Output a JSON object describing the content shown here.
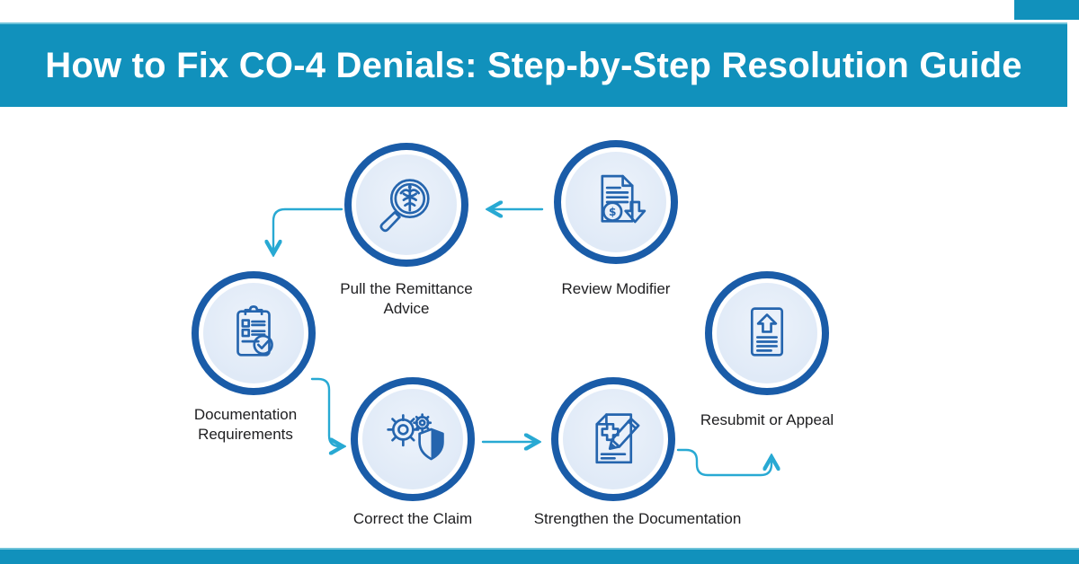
{
  "header": {
    "title": "How to Fix CO-4 Denials: Step-by-Step Resolution Guide"
  },
  "steps": [
    {
      "id": "review-modifier",
      "label": "Review Modifier",
      "icon": "document-dollar-download-icon"
    },
    {
      "id": "pull-remittance-advice",
      "label": "Pull the Remittance Advice",
      "icon": "magnifier-caduceus-icon"
    },
    {
      "id": "documentation-requirements",
      "label": "Documentation Requirements",
      "icon": "clipboard-checklist-icon"
    },
    {
      "id": "correct-the-claim",
      "label": "Correct the Claim",
      "icon": "gears-shield-icon"
    },
    {
      "id": "strengthen-documentation",
      "label": "Strengthen the Documentation",
      "icon": "document-pencil-plus-icon"
    },
    {
      "id": "resubmit-or-appeal",
      "label": "Resubmit or Appeal",
      "icon": "document-upload-icon"
    }
  ],
  "connections": [
    {
      "from": "review-modifier",
      "to": "pull-remittance-advice"
    },
    {
      "from": "pull-remittance-advice",
      "to": "documentation-requirements"
    },
    {
      "from": "documentation-requirements",
      "to": "correct-the-claim"
    },
    {
      "from": "correct-the-claim",
      "to": "strengthen-documentation"
    },
    {
      "from": "strengthen-documentation",
      "to": "resubmit-or-appeal"
    }
  ],
  "colors": {
    "band_teal": "#1191BC",
    "arrow_teal": "#28A9D3",
    "ring_blue": "#1A5CA8",
    "icon_blue": "#2565AE",
    "disc_fill": "#E2EBF7",
    "label_text": "#1E1E20",
    "title_text": "#FFFFFF",
    "background": "#FFFFFF"
  }
}
